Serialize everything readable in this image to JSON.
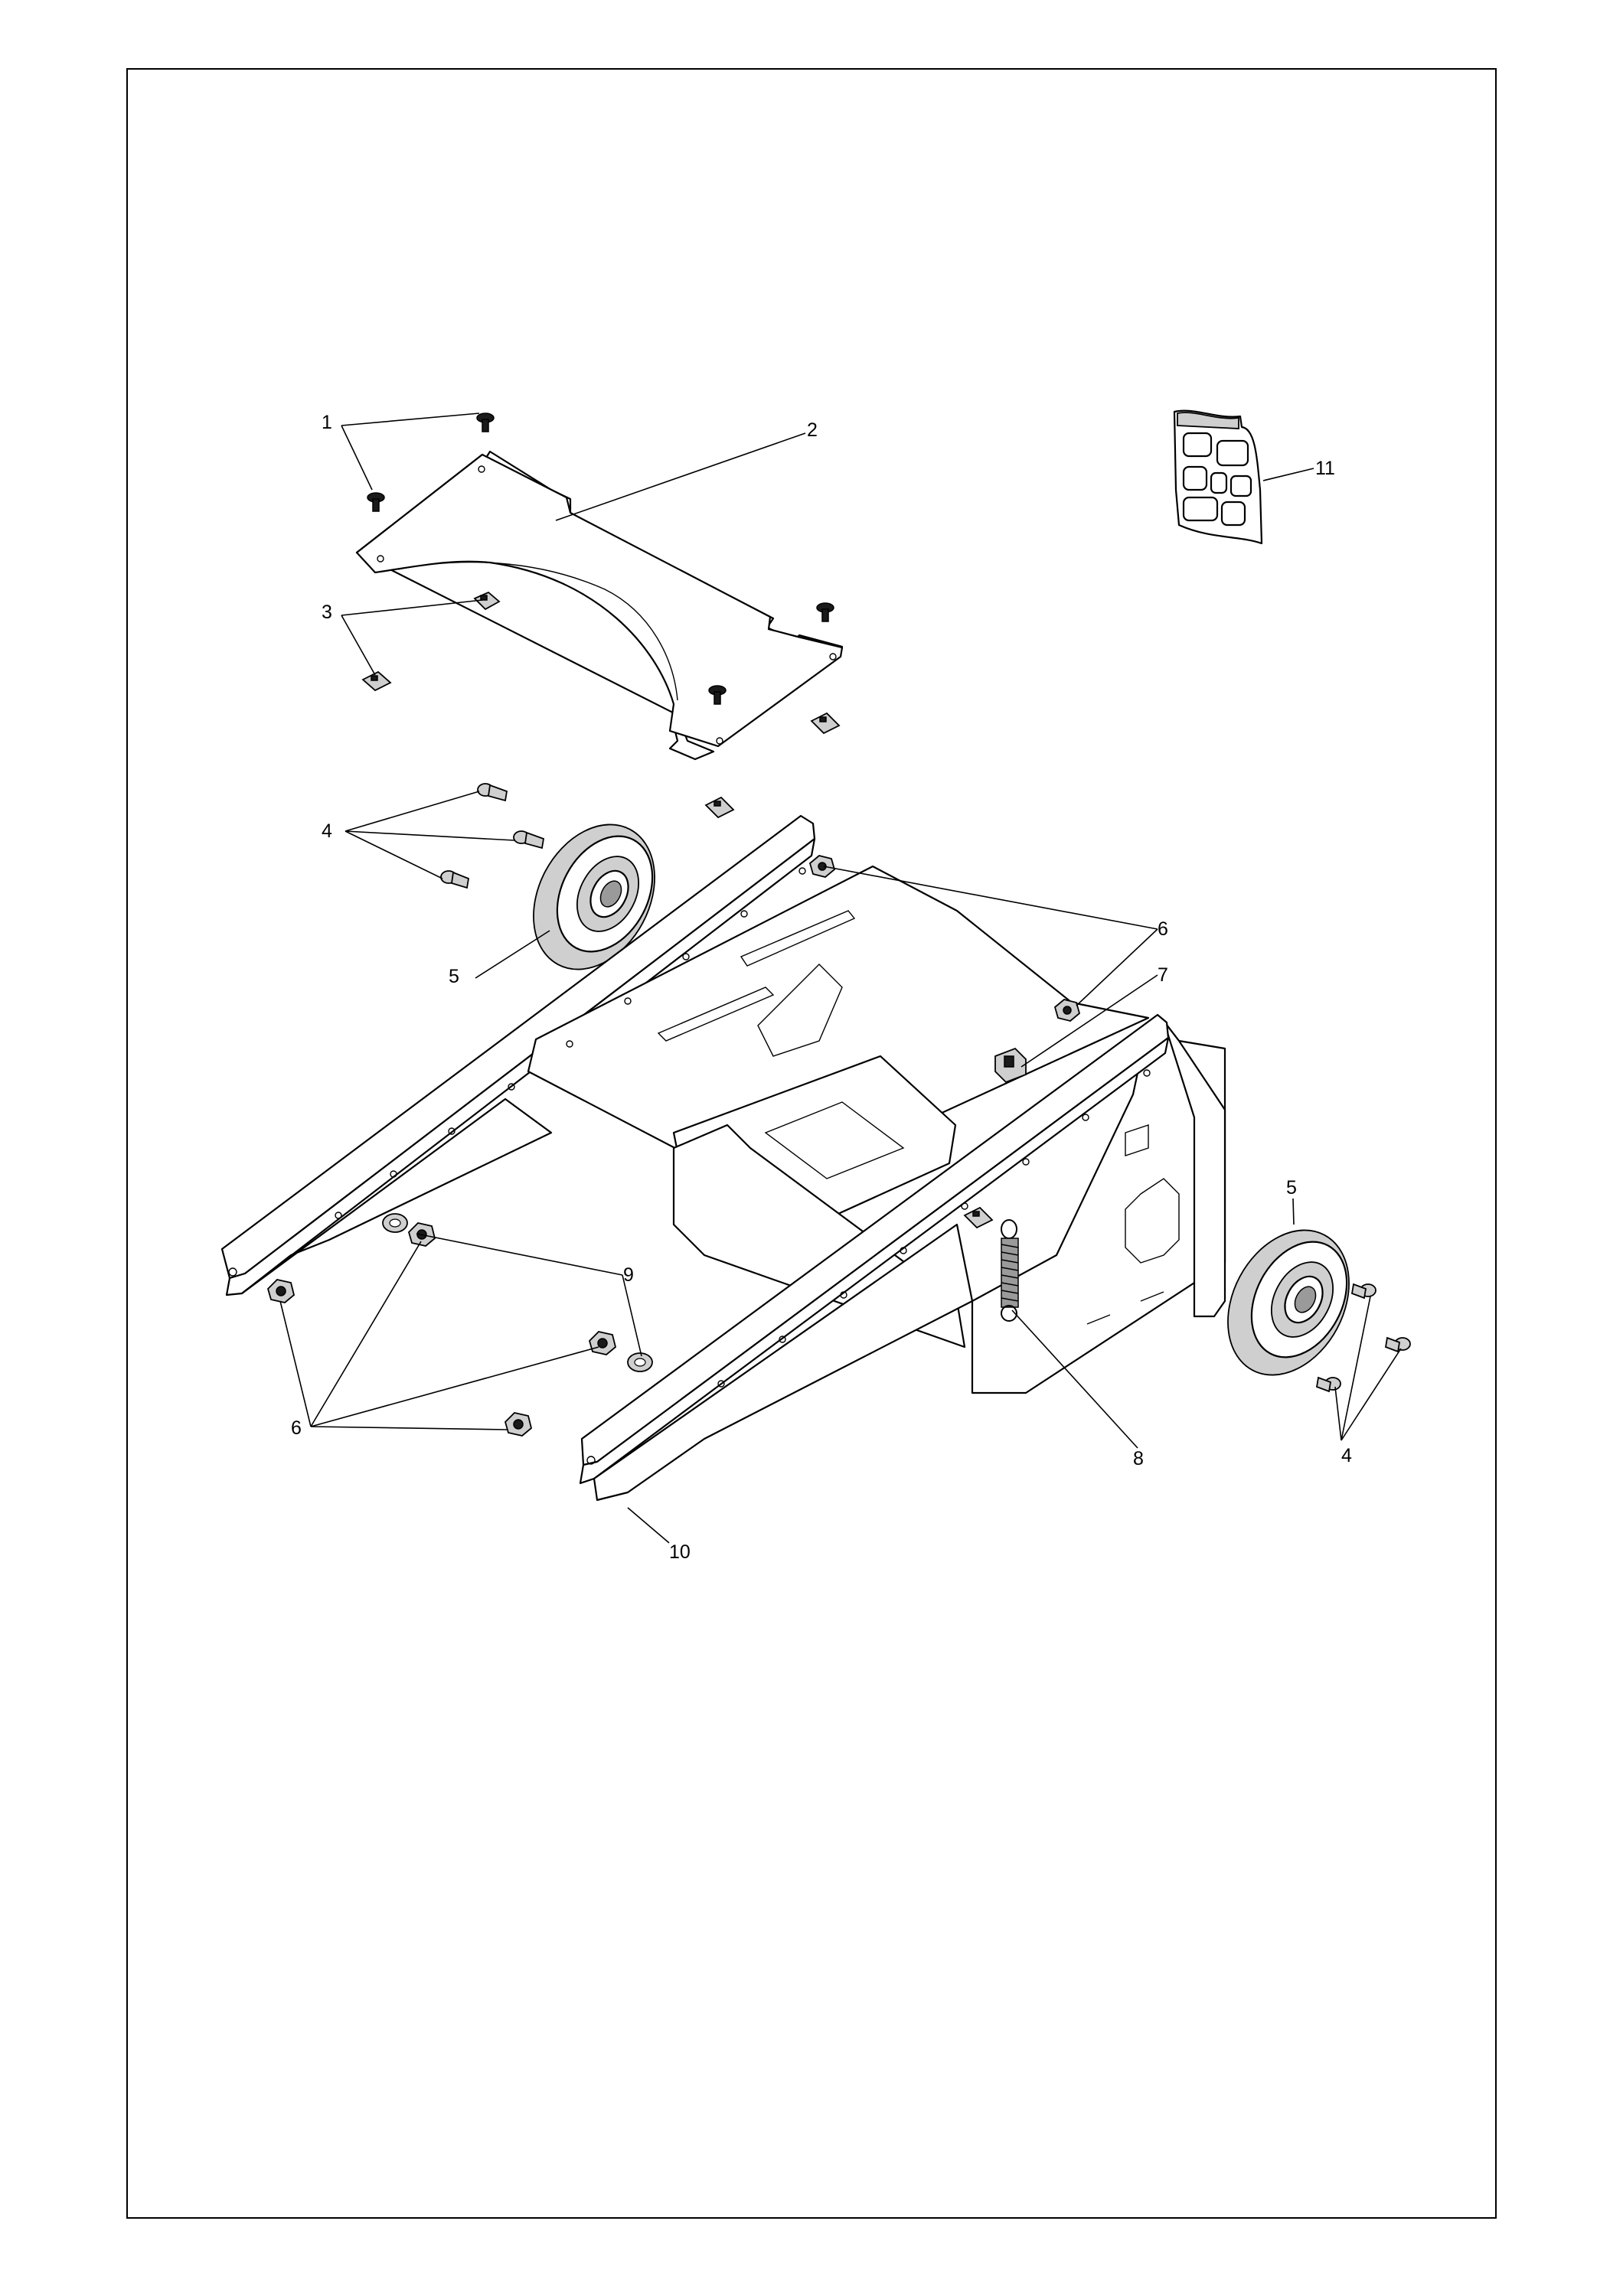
{
  "callouts": {
    "c1": "1",
    "c2": "2",
    "c3": "3",
    "c4a": "4",
    "c4b": "4",
    "c5a": "5",
    "c5b": "5",
    "c6a": "6",
    "c6b": "6",
    "c7": "7",
    "c8": "8",
    "c9": "9",
    "c10": "10",
    "c11": "11"
  }
}
